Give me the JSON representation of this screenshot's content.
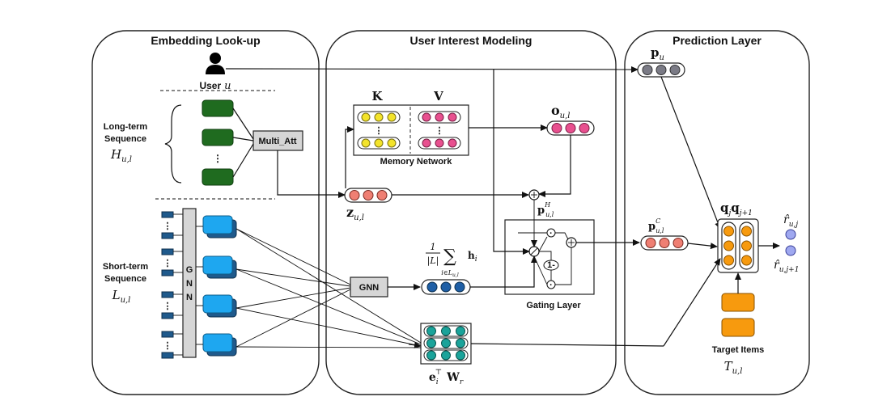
{
  "panels": {
    "embedding": "Embedding Look-up",
    "interest": "User Interest Modeling",
    "prediction": "Prediction Layer"
  },
  "user": {
    "label": "User",
    "var": "u"
  },
  "long_term": {
    "line1": "Long-term",
    "line2": "Sequence",
    "sym": "H",
    "sub": "u,l"
  },
  "short_term": {
    "line1": "Short-term",
    "line2": "Sequence",
    "sym": "L",
    "sub": "u,l"
  },
  "multi_att": "Multi_Att",
  "gnn_vertical": [
    "G",
    "N",
    "N"
  ],
  "gnn_box": "GNN",
  "memory": {
    "k": "K",
    "v": "V",
    "caption": "Memory Network"
  },
  "o_label": {
    "sym": "o",
    "sub": "u,l"
  },
  "z_label": {
    "sym": "z",
    "sub": "u,l"
  },
  "ph_label": {
    "sym": "p",
    "sup": "H",
    "sub": "u,l"
  },
  "pc_label": {
    "sym": "p",
    "sup": "C",
    "sub": "u,l"
  },
  "pu_label": {
    "sym": "p",
    "sub": "u"
  },
  "avg_label": {
    "num": "1",
    "den": "|L|",
    "sum": "∑",
    "under": "i∈L",
    "under_sub": "u,l",
    "term": "h",
    "term_sub": "i"
  },
  "gating": {
    "caption": "Gating Layer",
    "one_minus": "1-",
    "dot": "·",
    "plus": "+",
    "sigma": "σ"
  },
  "ew_label": {
    "e": "e",
    "e_sub": "i",
    "e_sup": "⊤",
    "w": "W",
    "w_sub": "r"
  },
  "q_label": {
    "q": "q",
    "sub1": "j",
    "sub2": "j+1"
  },
  "r1": {
    "sym": "r̂",
    "sub": "u,j"
  },
  "r2": {
    "sym": "r̂",
    "sub": "u,j+1"
  },
  "target": {
    "caption": "Target Items",
    "sym": "T",
    "sub": "u,l"
  },
  "colors": {
    "green": "#1f6b1f",
    "blue_dark": "#1f5a8c",
    "blue_light": "#1ea7f0",
    "yellow": "#f3e32a",
    "pink": "#e8508f",
    "salmon": "#ef7f73",
    "gray_dot": "#7b7b86",
    "blue_dot": "#1f5fa6",
    "teal": "#1aa39a",
    "orange": "#f79a0e",
    "lilac": "#9fa8f0",
    "gray_box": "#d6d6d6"
  }
}
